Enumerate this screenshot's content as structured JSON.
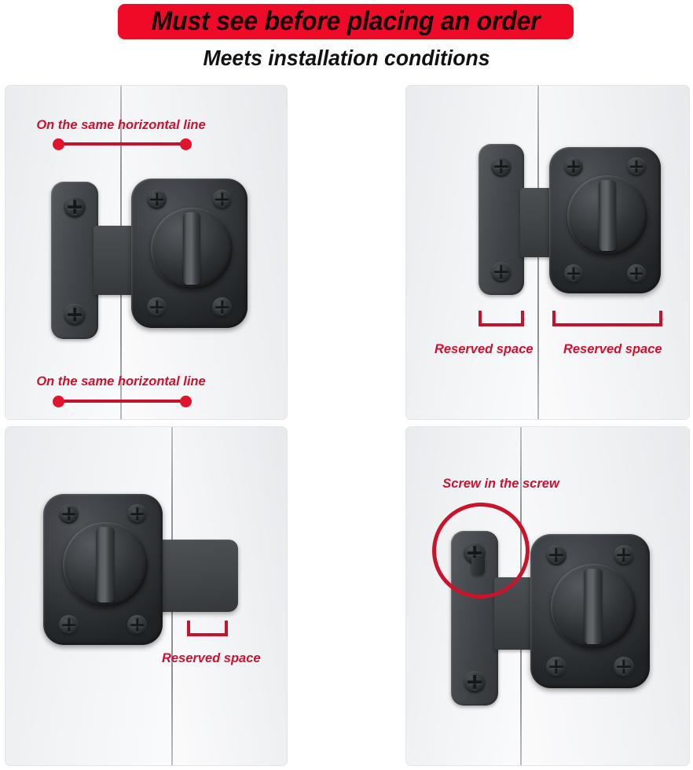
{
  "header": {
    "banner_text": "Must see before placing an order",
    "subtitle": "Meets installation conditions",
    "banner_color": "#ef0a28",
    "banner_text_color": "#120608",
    "subtitle_color": "#121212"
  },
  "annotation_color": "#cf112f",
  "panels": [
    {
      "id": "top-left",
      "position": "top-left",
      "subject": "door-latch-aligned-on-both-leaves",
      "annotations": [
        {
          "kind": "label",
          "text": "On the same horizontal line"
        },
        {
          "kind": "measure-line",
          "description": "red line with round end dots spanning the door seam"
        },
        {
          "kind": "label",
          "text": "On the same horizontal line"
        },
        {
          "kind": "measure-line",
          "description": "red line with round end dots spanning the door seam"
        }
      ]
    },
    {
      "id": "top-right",
      "position": "top-right",
      "subject": "door-latch-with-clearance-on-both-sides",
      "annotations": [
        {
          "kind": "bracket",
          "text": "Reserved space"
        },
        {
          "kind": "bracket",
          "text": "Reserved space"
        }
      ]
    },
    {
      "id": "bottom-left",
      "position": "bottom-left",
      "subject": "door-latch-with-bolt-extended-across-gap",
      "annotations": [
        {
          "kind": "bracket",
          "text": "Reserved space"
        }
      ]
    },
    {
      "id": "bottom-right",
      "position": "bottom-right",
      "subject": "door-latch-strike-plate-screw-highlighted",
      "annotations": [
        {
          "kind": "circle-callout",
          "text": "Screw in the screw"
        }
      ]
    }
  ],
  "labels": {
    "same_line_top": "On the same horizontal line",
    "same_line_bottom": "On the same horizontal line",
    "reserved_space_tr_left": "Reserved space",
    "reserved_space_tr_right": "Reserved space",
    "reserved_space_bl": "Reserved space",
    "screw_in_the_screw": "Screw in the screw"
  }
}
